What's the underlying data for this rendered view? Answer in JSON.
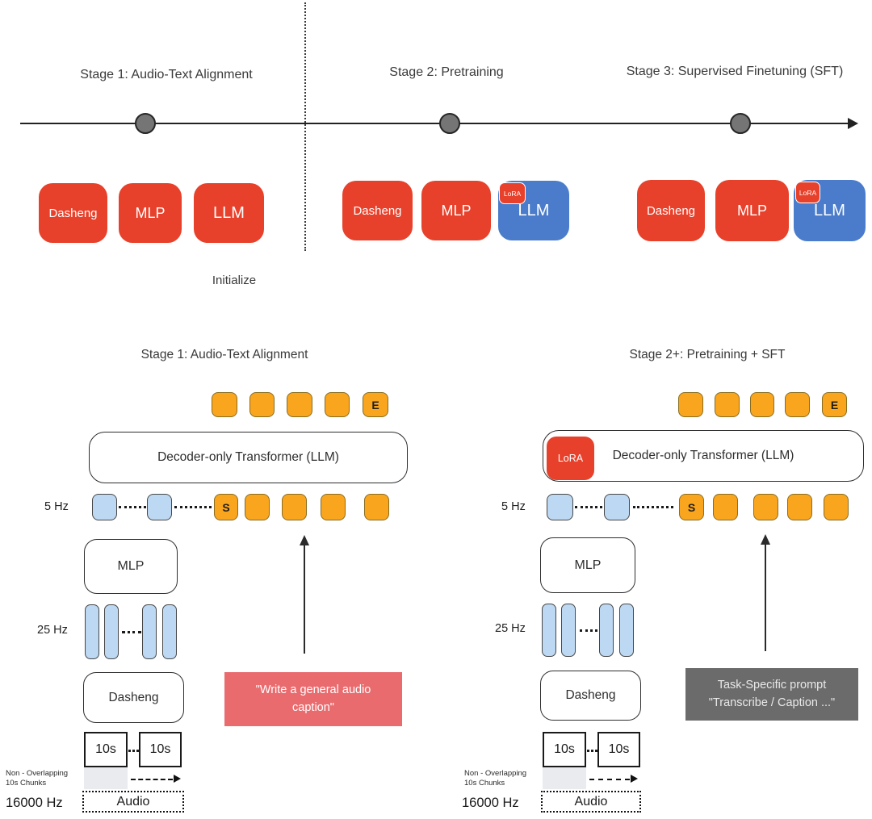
{
  "figure": {
    "timeline": {
      "stage1": {
        "title": "Stage 1: Audio-Text Alignment"
      },
      "stage2": {
        "title": "Stage 2: Pretraining"
      },
      "stage3": {
        "title": "Stage 3: Supervised Finetuning (SFT)"
      },
      "initialize_label": "Initialize",
      "box_labels": {
        "encoder": "Dasheng",
        "adapter": "MLP",
        "llm": "LLM"
      },
      "lora_label": "LoRA"
    },
    "panels": {
      "left": {
        "title": "Stage 1: Audio-Text Alignment",
        "prompt_line1": "\"Write a general audio",
        "prompt_line2": "caption\""
      },
      "right": {
        "title": "Stage 2+: Pretraining + SFT",
        "prompt_line1": "Task-Specific prompt",
        "prompt_line2": "\"Transcribe / Caption ...\""
      },
      "shared": {
        "decoder_label": "Decoder-only Transformer (LLM)",
        "mlp_label": "MLP",
        "encoder_label": "Dasheng",
        "rate_5hz": "5 Hz",
        "rate_25hz": "25 Hz",
        "sample_rate": "16000 Hz",
        "audio_label": "Audio",
        "chunk_label": "10s",
        "chunks_note_line1": "Non - Overlapping",
        "chunks_note_line2": "10s Chunks",
        "start_token": "S",
        "end_token": "E",
        "lora_label": "LoRA"
      }
    },
    "colors": {
      "red": "#E8412B",
      "blue": "#4A7CCB",
      "orange": "#F9A51D",
      "light_blue": "#BDD8F2",
      "pink": "#E96B6E",
      "gray_prompt": "#6B6B6B"
    }
  }
}
